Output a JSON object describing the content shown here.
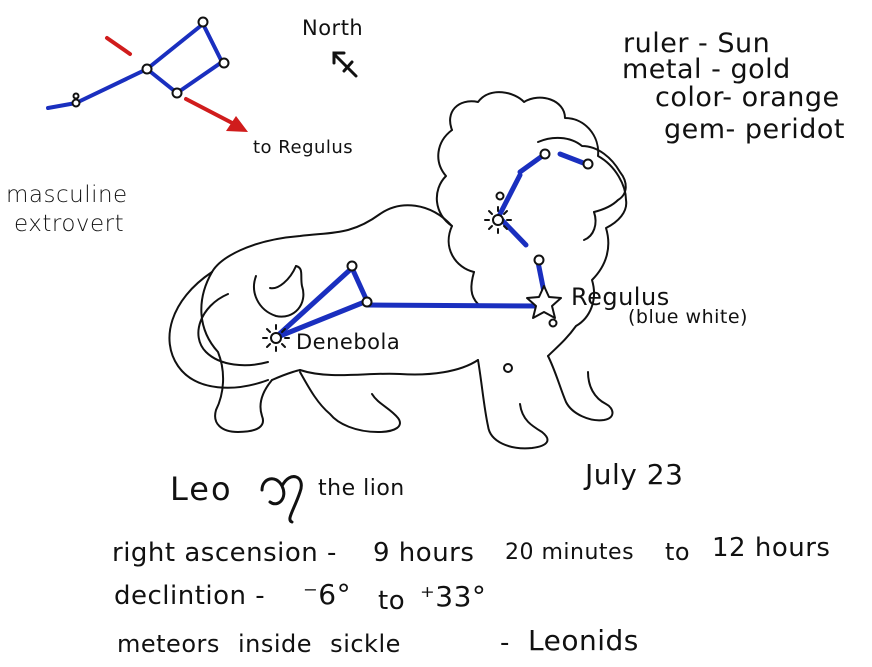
{
  "compass": {
    "label": "North"
  },
  "inset": {
    "pointer_label": "to Regulus"
  },
  "traits": {
    "line1": "masculine",
    "line2": "extrovert"
  },
  "attributes": {
    "ruler": "ruler - Sun",
    "metal": "metal - gold",
    "color": "color- orange",
    "gem": "gem- peridot"
  },
  "stars": {
    "regulus": "Regulus",
    "regulus_note": "(blue white)",
    "denebola": "Denebola"
  },
  "title": {
    "name": "Leo",
    "symbol": "♌",
    "subtitle": "the lion",
    "date": "July 23"
  },
  "facts": {
    "ra_label": "right ascension -",
    "ra_start": "9 hours",
    "ra_mid": "20 minutes",
    "ra_to": "to",
    "ra_end": "12 hours",
    "dec_label": "declintion -",
    "dec_from": "⁻6°",
    "dec_to": "to",
    "dec_end": "⁺33°",
    "meteors_label": "meteors inside sickle",
    "meteors_dash": "-",
    "meteors_name": "Leonids"
  },
  "colors": {
    "ink": "#111111",
    "constellation_line": "#1a2fbf",
    "pointer": "#d01c1c"
  }
}
